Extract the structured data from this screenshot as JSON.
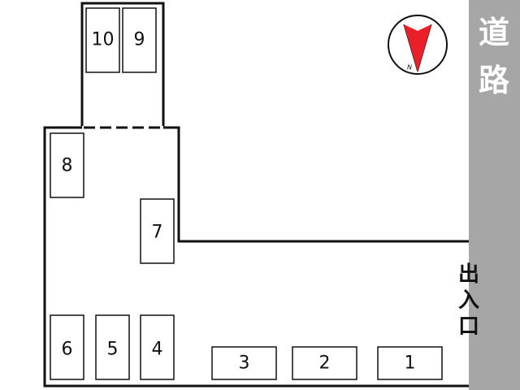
{
  "road": {
    "label_top": "道",
    "label_bottom": "路",
    "color": "#a6a6a6"
  },
  "entrance": {
    "chars": [
      "出",
      "入",
      "口"
    ]
  },
  "north_arrow": {
    "letter": "N",
    "color": "#e8202a"
  },
  "spaces": [
    {
      "id": "1",
      "label": "1",
      "orientation": "horizontal"
    },
    {
      "id": "2",
      "label": "2",
      "orientation": "horizontal"
    },
    {
      "id": "3",
      "label": "3",
      "orientation": "horizontal"
    },
    {
      "id": "4",
      "label": "4",
      "orientation": "vertical"
    },
    {
      "id": "5",
      "label": "5",
      "orientation": "vertical"
    },
    {
      "id": "6",
      "label": "6",
      "orientation": "vertical"
    },
    {
      "id": "7",
      "label": "7",
      "orientation": "vertical"
    },
    {
      "id": "8",
      "label": "8",
      "orientation": "vertical"
    },
    {
      "id": "9",
      "label": "9",
      "orientation": "vertical"
    },
    {
      "id": "10",
      "label": "10",
      "orientation": "vertical"
    }
  ]
}
